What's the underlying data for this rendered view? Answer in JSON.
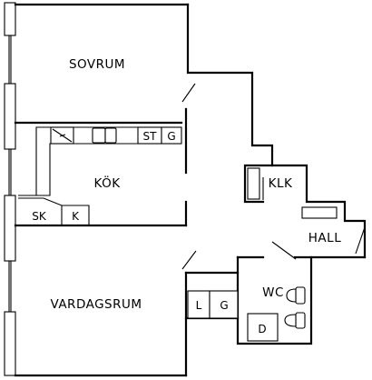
{
  "rooms": {
    "sovrum": "SOVRUM",
    "kok": "KÖK",
    "klk": "KLK",
    "hall": "HALL",
    "wc": "WC",
    "vardagsrum": "VARDAGSRUM"
  },
  "fixtures": {
    "stove": "ST",
    "fridge_kitchen": "G",
    "sink": "SK",
    "cabinet": "K",
    "wardrobe_l": "L",
    "wardrobe_g": "G",
    "dryer": "D"
  }
}
